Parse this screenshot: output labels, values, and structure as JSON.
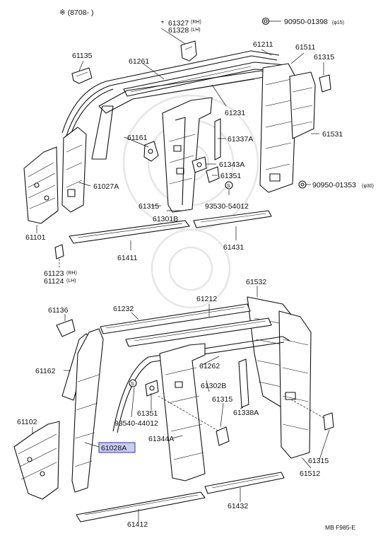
{
  "header": {
    "note": "※ (8708-     )"
  },
  "footer": {
    "code": "MB F985-E"
  },
  "highlight_color": "#c9cdf0",
  "labels": {
    "p61327": "61327",
    "p61328": "61328",
    "p61327_suffix": "(RH)",
    "p61328_suffix": "(LH)",
    "p90950_01398": "90950-01398",
    "p90950_01398_note": "(φ15)",
    "p61211": "61211",
    "p61511": "61511",
    "p61315_top_right": "61315",
    "p61135": "61135",
    "p61261": "61261",
    "p61231": "61231",
    "p61337A": "61337A",
    "p61531": "61531",
    "p61161": "61161",
    "p61343A": "61343A",
    "p61351_top": "61351",
    "p61027A": "61027A",
    "p90950_01353": "90950-01353",
    "p90950_01353_note": "(φ30)",
    "p61315_top_mid": "61315",
    "p93530_54012": "93530-54012",
    "p61301B": "61301B",
    "p61101": "61101",
    "p61411": "61411",
    "p61431": "61431",
    "p61123": "61123",
    "p61124": "61124",
    "p61123_suffix": "(RH)",
    "p61124_suffix": "(LH)",
    "p61532": "61532",
    "p61136": "61136",
    "p61232": "61232",
    "p61212": "61212",
    "p61162": "61162",
    "p61262": "61262",
    "p61302B": "61302B",
    "p61315_bottom_mid": "61315",
    "p61351_bottom": "61351",
    "p61338A": "61338A",
    "p93540_44012": "93540-44012",
    "p61102": "61102",
    "p61344A": "61344A",
    "p61028A": "61028A",
    "p61315_bottom_right": "61315",
    "p61512": "61512",
    "p61432": "61432",
    "p61412": "61412"
  }
}
